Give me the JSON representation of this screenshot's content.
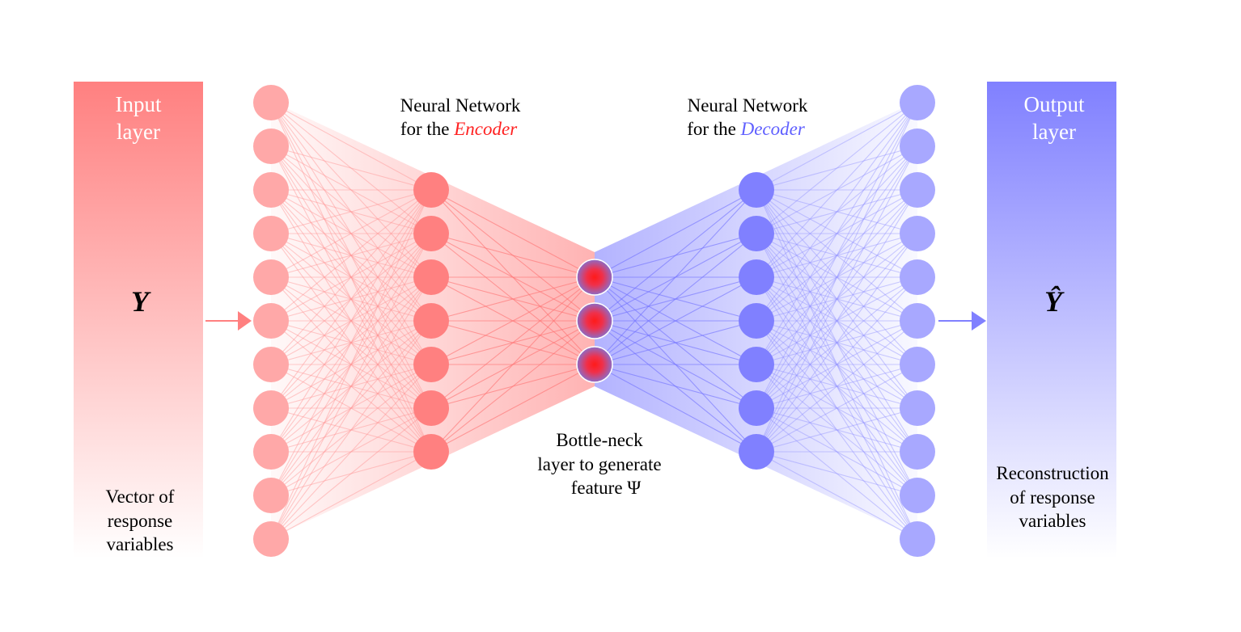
{
  "input_panel": {
    "title_line1": "Input",
    "title_line2": "layer",
    "symbol": "Y",
    "caption_line1": "Vector of",
    "caption_line2": "response",
    "caption_line3": "variables"
  },
  "output_panel": {
    "title_line1": "Output",
    "title_line2": "layer",
    "symbol": "Ŷ",
    "caption_line1": "Reconstruction",
    "caption_line2": "of response",
    "caption_line3": "variables"
  },
  "encoder_label": {
    "line1": "Neural Network",
    "line2_prefix": "for the ",
    "line2_emph": "Encoder"
  },
  "decoder_label": {
    "line1": "Neural Network",
    "line2_prefix": "for the ",
    "line2_emph": "Decoder"
  },
  "bottleneck_label": {
    "line1": "Bottle-neck",
    "line2": "layer to generate",
    "line3": "feature Ψ"
  },
  "network": {
    "layer_sizes": [
      11,
      7,
      3,
      7,
      11
    ],
    "layer_roles": [
      "input",
      "encoder-hidden",
      "bottleneck",
      "decoder-hidden",
      "output"
    ]
  },
  "colors": {
    "input_panel_top": "#ff8080",
    "output_panel_top": "#8080ff",
    "input_node": "#ffa8a8",
    "encoder_node": "#ff8080",
    "decoder_node": "#8080ff",
    "output_node": "#a8a8ff",
    "encoder_text": "#ff2020",
    "decoder_text": "#6060ff",
    "bottleneck_core": "#ff1a1a",
    "bottleneck_edge": "#8c6cc8"
  }
}
